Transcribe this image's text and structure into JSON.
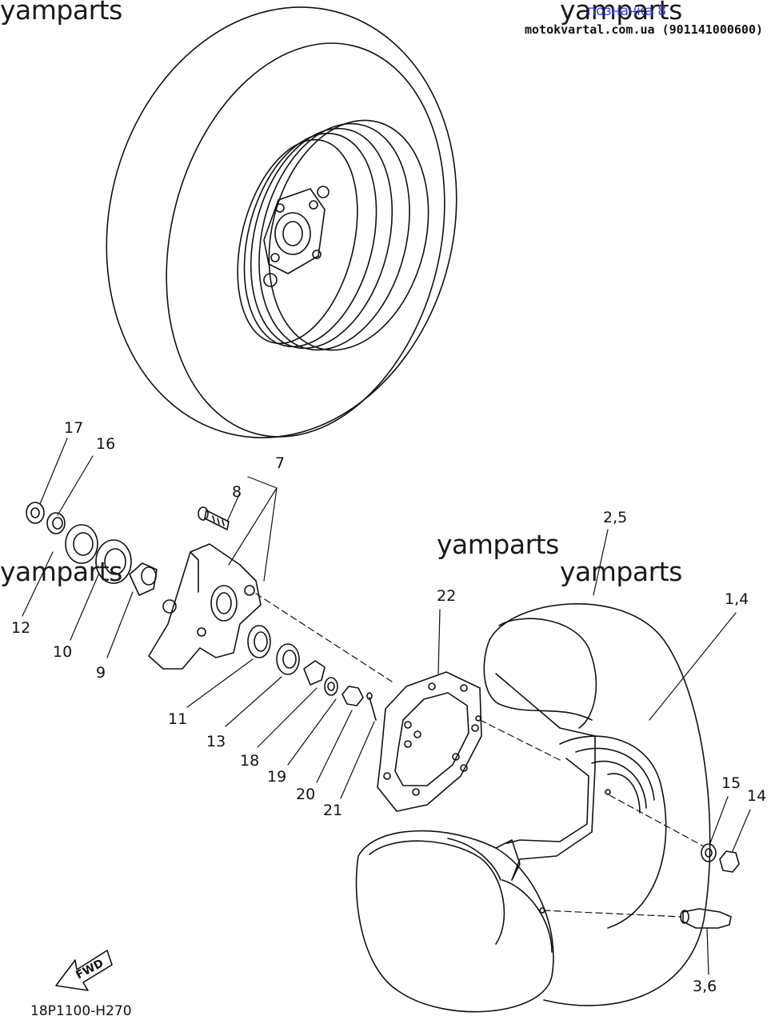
{
  "watermarks": {
    "top_left": "yamparts",
    "top_right": "yamparts",
    "middle_left": "yamparts",
    "center": "yamparts",
    "center_right": "yamparts"
  },
  "header": {
    "note": "позначка 8",
    "site": "motokvartal.com.ua (901141000600)"
  },
  "callouts": {
    "c17": "17",
    "c16": "16",
    "c7": "7",
    "c8": "8",
    "c12": "12",
    "c10": "10",
    "c9": "9",
    "c11": "11",
    "c13": "13",
    "c18": "18",
    "c19": "19",
    "c20": "20",
    "c21": "21",
    "c22": "22",
    "c25": "2,5",
    "c14a": "1,4",
    "c15": "15",
    "c14": "14",
    "c36": "3,6"
  },
  "fwd_label": "FWD",
  "diagram_code": "18P1100-H270"
}
